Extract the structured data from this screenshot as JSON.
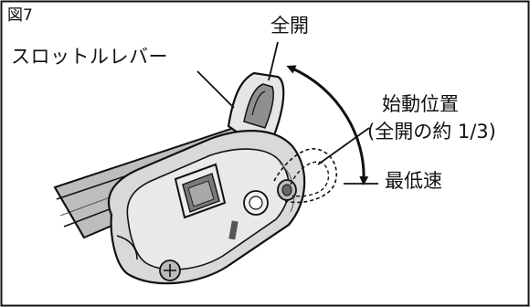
{
  "figure": {
    "number": "図7",
    "labels": {
      "throttle_lever": "スロットルレバー",
      "full_open": "全開",
      "start_position": "始動位置",
      "start_position_note": "(全開の約 1/3)",
      "minimum_speed": "最低速"
    },
    "colors": {
      "line": "#111111",
      "background": "#ffffff",
      "body_shade": "#d9d9d9",
      "body_dark": "#8a8a8a"
    },
    "icons": [
      "double-headed-curved-arrow",
      "dashed-lever-outline"
    ]
  }
}
